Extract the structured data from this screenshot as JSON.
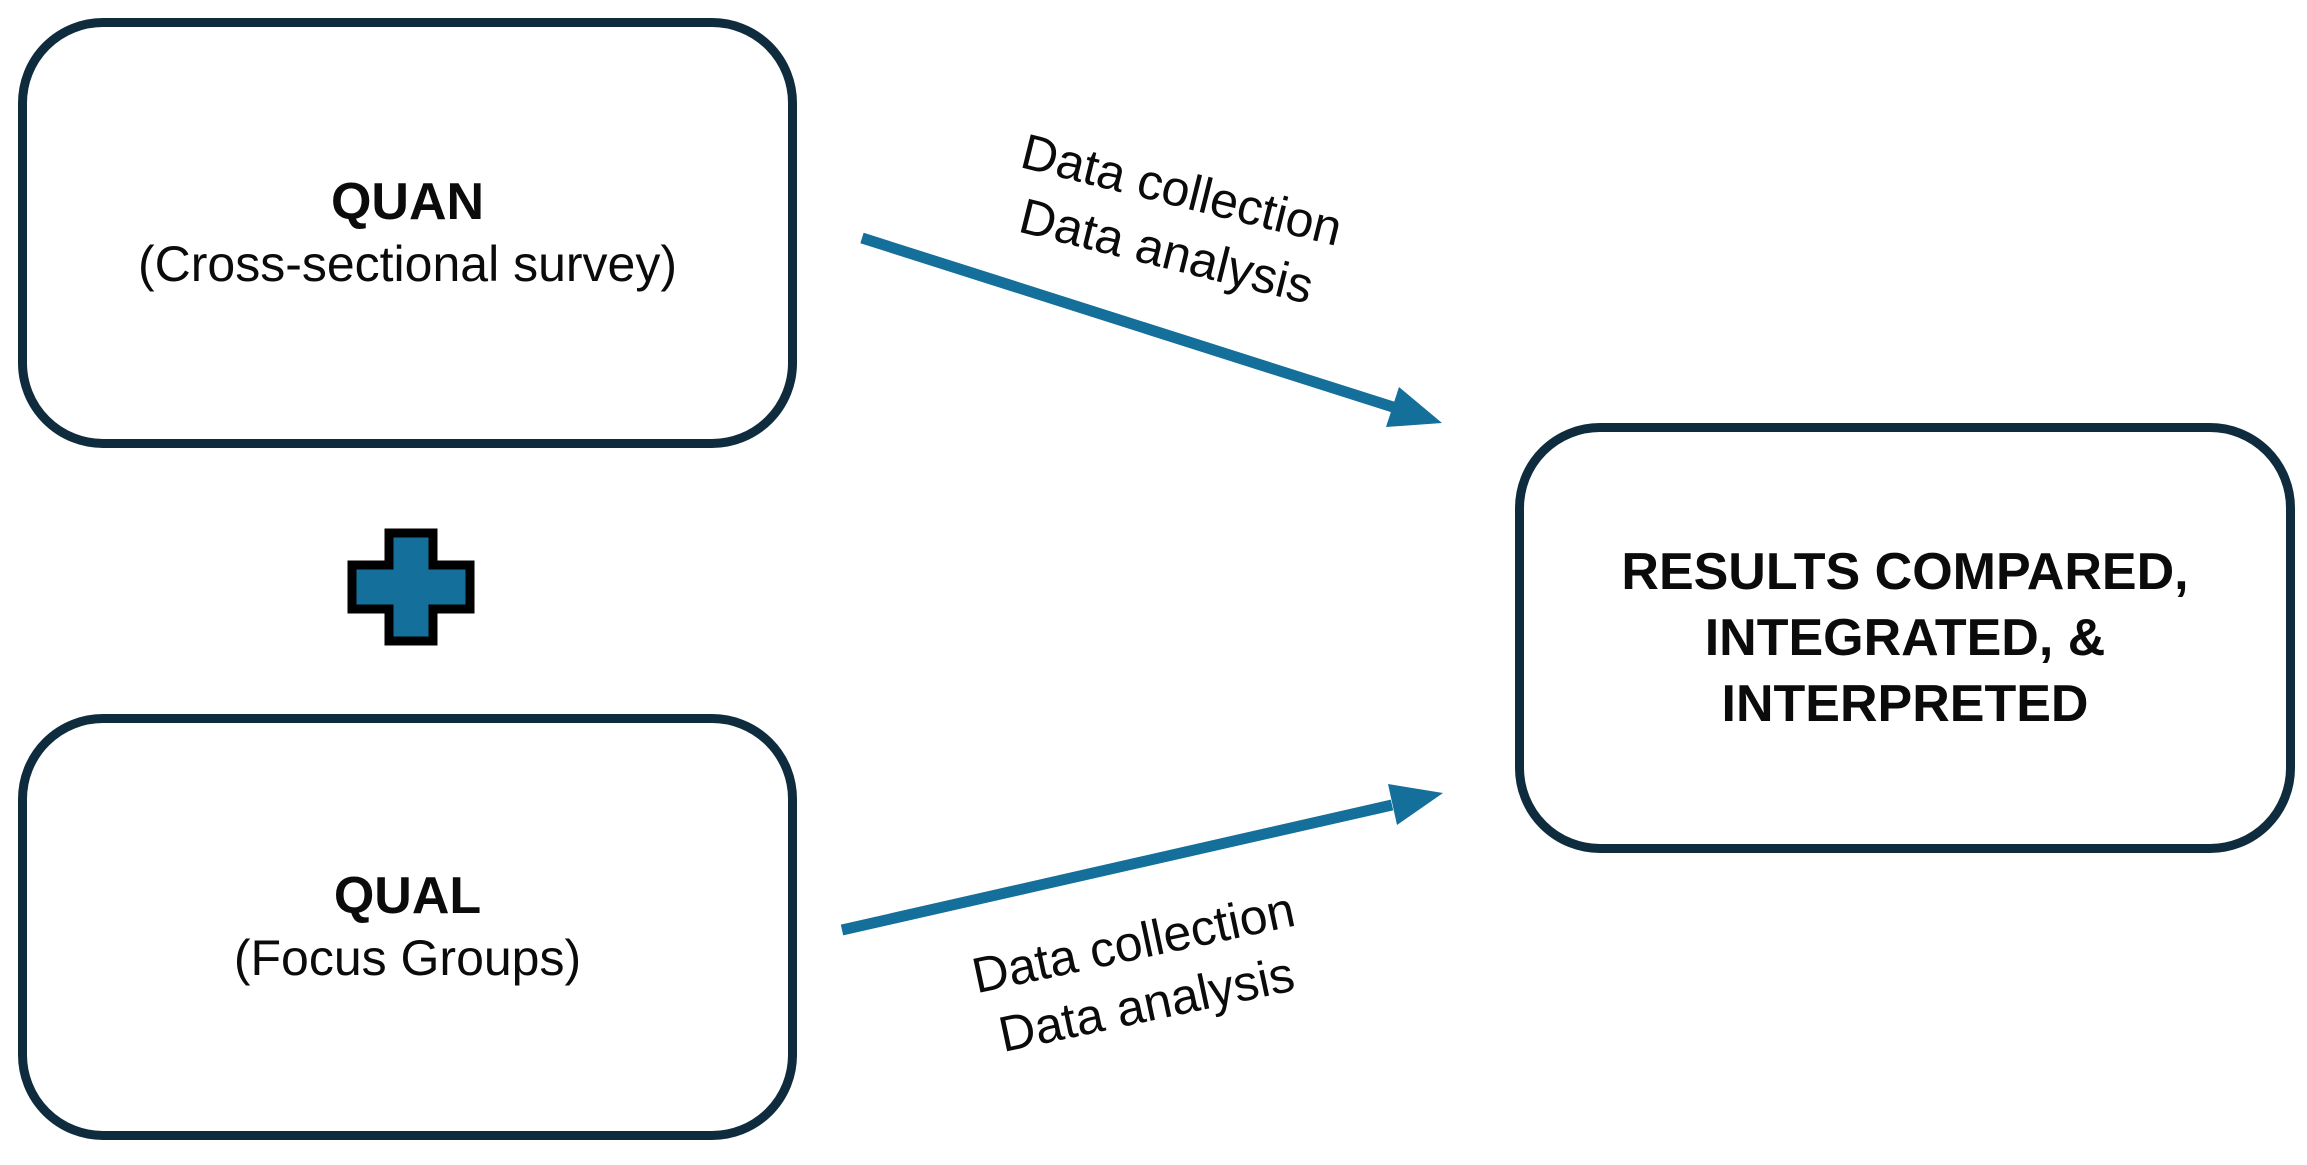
{
  "quan_box": {
    "title": "QUAN",
    "subtitle": "(Cross-sectional survey)"
  },
  "qual_box": {
    "title": "QUAL",
    "subtitle": "(Focus Groups)"
  },
  "results_box": {
    "lines": [
      "RESULTS COMPARED,",
      "INTEGRATED, &",
      "INTERPRETED"
    ]
  },
  "top_arrow_label": {
    "lines": [
      "Data collection",
      "Data analysis"
    ]
  },
  "bottom_arrow_label": {
    "lines": [
      "Data collection",
      "Data analysis"
    ]
  },
  "plus_icon": "plus",
  "colors": {
    "box_border": "#0e2c3d",
    "arrow": "#146f9a",
    "plus_fill": "#146f9a",
    "plus_outline": "#000000",
    "text": "#0b0b0b",
    "background": "#ffffff"
  }
}
